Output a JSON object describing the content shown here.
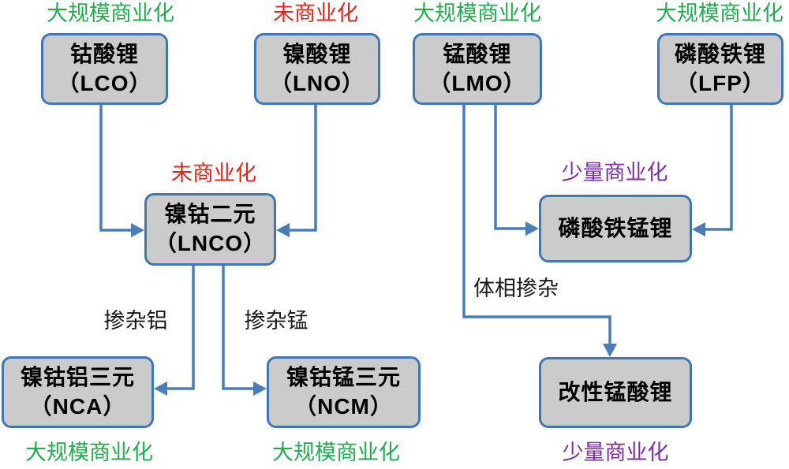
{
  "colors": {
    "node_fill": "#cbcbcb",
    "node_border": "#3f76b5",
    "connector": "#4a7db8",
    "green": "#24ab4f",
    "red": "#e1251b",
    "purple": "#7c2f9f",
    "text": "#1a1a1a"
  },
  "nodes": [
    {
      "id": "lco",
      "title": "钴酸锂",
      "subtitle": "（LCO）"
    },
    {
      "id": "lno",
      "title": "镍酸锂",
      "subtitle": "（LNO）"
    },
    {
      "id": "lmo",
      "title": "锰酸锂",
      "subtitle": "（LMO）"
    },
    {
      "id": "lfp",
      "title": "磷酸铁锂",
      "subtitle": "（LFP）"
    },
    {
      "id": "lnco",
      "title": "镍钴二元",
      "subtitle": "（LNCO）"
    },
    {
      "id": "lfmp",
      "title": "磷酸铁锰锂"
    },
    {
      "id": "nca",
      "title": "镍钴铝三元",
      "subtitle": "（NCA）"
    },
    {
      "id": "ncm",
      "title": "镍钴锰三元",
      "subtitle": "（NCM）"
    },
    {
      "id": "mod_lmo",
      "title": "改性锰酸锂"
    }
  ],
  "status_labels": [
    {
      "for": "lco",
      "text": "大规模商业化",
      "tone": "green"
    },
    {
      "for": "lno",
      "text": "未商业化",
      "tone": "red"
    },
    {
      "for": "lmo",
      "text": "大规模商业化",
      "tone": "green"
    },
    {
      "for": "lfp",
      "text": "大规模商业化",
      "tone": "green"
    },
    {
      "for": "lnco",
      "text": "未商业化",
      "tone": "red"
    },
    {
      "for": "lfmp",
      "text": "少量商业化",
      "tone": "purple"
    },
    {
      "for": "nca",
      "text": "大规模商业化",
      "tone": "green"
    },
    {
      "for": "ncm",
      "text": "大规模商业化",
      "tone": "green"
    },
    {
      "for": "mod_lmo",
      "text": "少量商业化",
      "tone": "purple"
    }
  ],
  "edge_labels": [
    {
      "edge": "lnco-to-nca",
      "text": "掺杂铝"
    },
    {
      "edge": "lnco-to-ncm",
      "text": "掺杂锰"
    },
    {
      "edge": "lmo-to-mod-lmo",
      "text": "体相掺杂"
    }
  ]
}
